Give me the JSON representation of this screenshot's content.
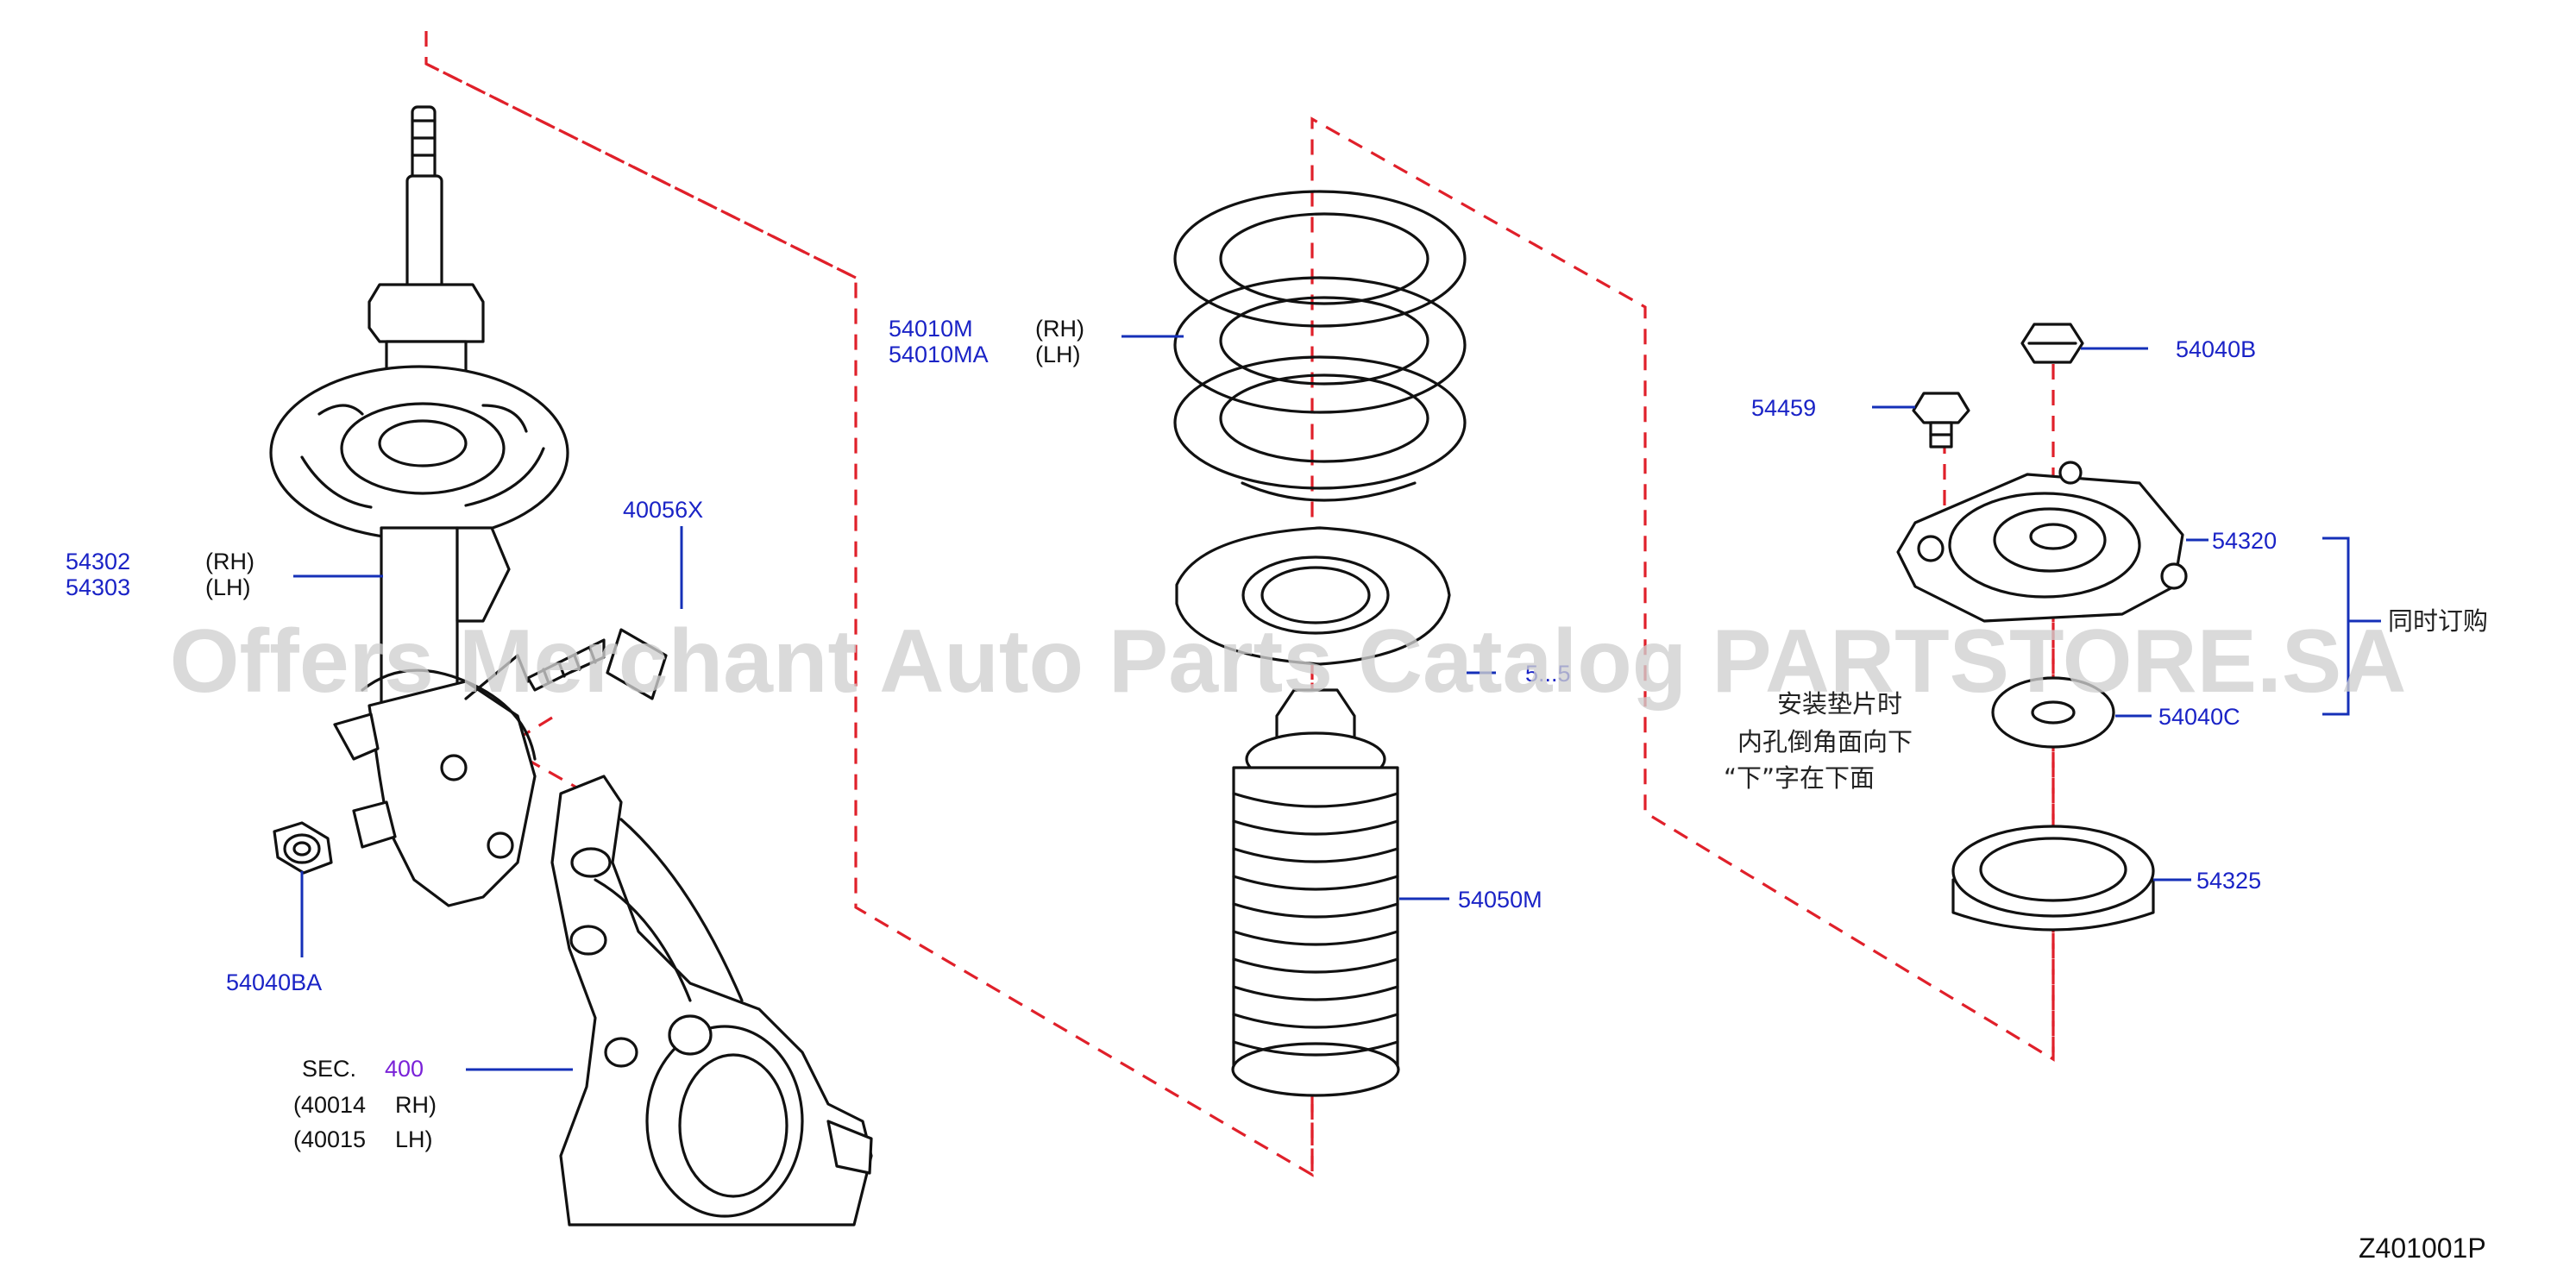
{
  "watermark": "Offers Merchant Auto Parts Catalog PARTSTORE.SA",
  "diagram_code": "Z401001P",
  "callouts": {
    "strut_rh": "54302",
    "strut_lh": "54303",
    "strut_rh_side": "(RH)",
    "strut_lh_side": "(LH)",
    "bolt": "40056X",
    "nut_lower": "54040BA",
    "sec_label": "SEC.",
    "sec_number": "400",
    "knuckle_rh_code": "(40014",
    "knuckle_rh_side": "RH)",
    "knuckle_lh_code": "(40015",
    "knuckle_lh_side": "LH)",
    "spring_rh": "54010M",
    "spring_lh": "54010MA",
    "spring_rh_side": "(RH)",
    "spring_lh_side": "(LH)",
    "seat_partial": "5...5",
    "bound_bumper": "54050M",
    "nut_top": "54040B",
    "mount_bolt": "54459",
    "mount": "54320",
    "order_together": "同时订购",
    "washer": "54040C",
    "bearing": "54325",
    "note_line1": "安装垫片时",
    "note_line2": "内孔倒角面向下",
    "note_line3": "“下”字在下面"
  }
}
